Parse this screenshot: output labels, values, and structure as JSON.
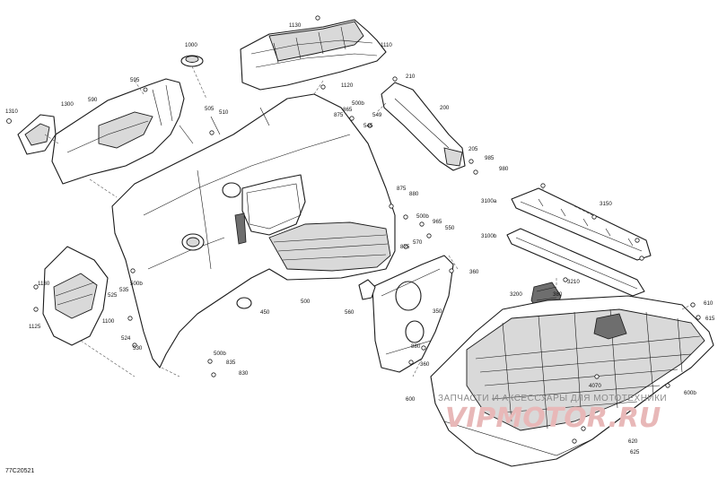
{
  "diagram": {
    "ref_code": "77C20521",
    "watermark_text": "ЗАПЧАСТИ И АКСЕССУАРЫ ДЛЯ МОТОТЕХНИКИ",
    "watermark_logo": "VIPMOTOR.RU",
    "callouts": {
      "c1000": "1000",
      "c1110": "1110",
      "c1120": "1120",
      "c1130a": "1130",
      "c1310": "1310",
      "c1300": "1300",
      "c595": "595",
      "c590": "590",
      "c505": "505",
      "c510": "510",
      "c210": "210",
      "c200": "200",
      "c500b_a": "500b",
      "c865": "865",
      "c875": "875",
      "c549": "549",
      "c545": "545",
      "c205": "205",
      "c985": "985",
      "c980": "980",
      "c3100a": "3100a",
      "c3100b": "3100b",
      "c3150": "3150",
      "c875b": "875",
      "c880": "880",
      "c500b_b": "500b",
      "c965": "965",
      "c550": "550",
      "c875c": "875",
      "c570": "570",
      "c360a": "360",
      "c1130b": "1130",
      "c1125": "1125",
      "c1100": "1100",
      "c525": "525",
      "c535": "535",
      "c500b_c": "500b",
      "c524": "524",
      "c530": "530",
      "c450": "450",
      "c500": "500",
      "c560": "560",
      "c350": "350",
      "c3200": "3200",
      "c3210": "3210",
      "c610": "610",
      "c615": "615",
      "c500b_d": "500b",
      "c835": "835",
      "c830": "830",
      "c360b": "360",
      "c880b": "880",
      "c600": "600",
      "c4070": "4070",
      "c600b": "600b",
      "c620": "620",
      "c625": "625",
      "c380": "380"
    }
  }
}
